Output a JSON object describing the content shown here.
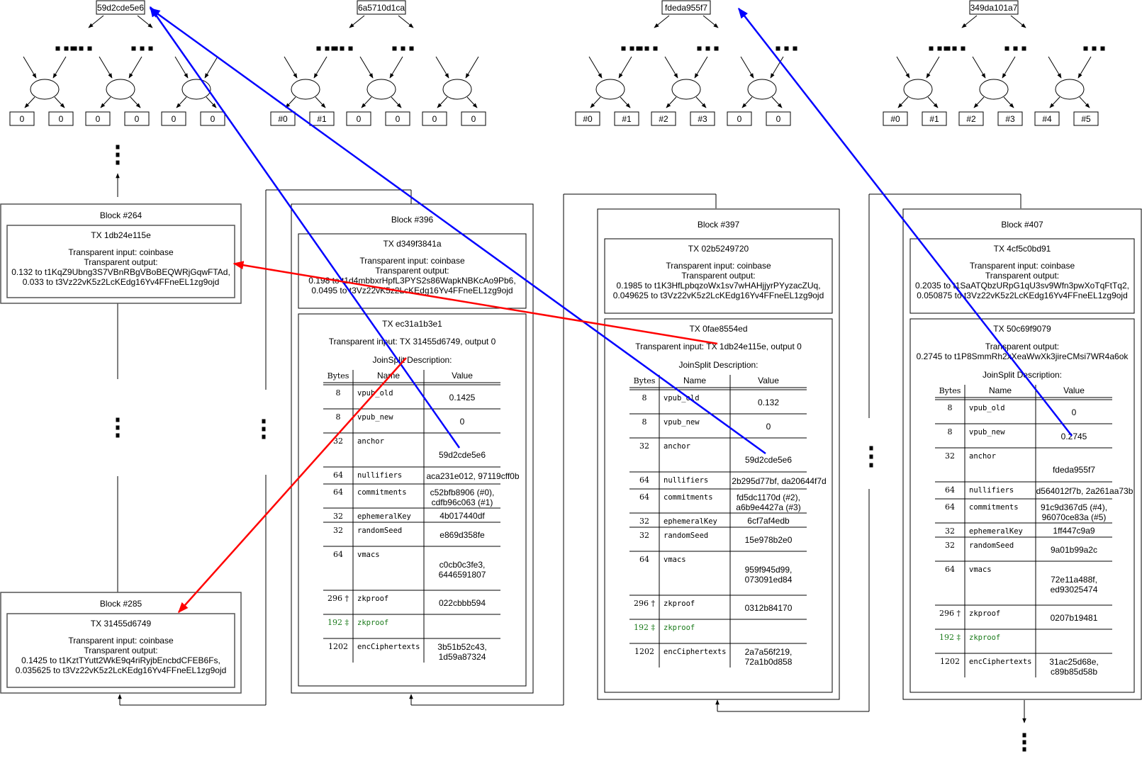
{
  "trees": [
    {
      "root": "59d2cde5e6",
      "leaves": [
        "0",
        "0",
        "0",
        "0",
        "0",
        "0"
      ],
      "subtree_count": 3,
      "dots": [
        true,
        true,
        false
      ]
    },
    {
      "root": "6a5710d1ca",
      "leaves": [
        "#0",
        "#1",
        "0",
        "0",
        "0",
        "0"
      ],
      "subtree_count": 3,
      "dots": [
        true,
        true,
        false
      ]
    },
    {
      "root": "fdeda955f7",
      "leaves": [
        "#0",
        "#1",
        "#2",
        "#3",
        "0",
        "0"
      ],
      "subtree_count": 3,
      "dots": [
        true,
        true,
        true
      ]
    },
    {
      "root": "349da101a7",
      "leaves": [
        "#0",
        "#1",
        "#2",
        "#3",
        "#4",
        "#5"
      ],
      "subtree_count": 3,
      "dots": [
        true,
        true,
        true
      ]
    }
  ],
  "blocks": [
    {
      "title": "Block #264",
      "txs": [
        {
          "title": "TX 1db24e115e",
          "lines": [
            "Transparent input: coinbase",
            "Transparent output:",
            "0.132 to t1KqZ9Ubng3S7VBnRBgVBoBEQWRjGqwFTAd,",
            "0.033 to t3Vz22vK5z2LcKEdg16Yv4FFneEL1zg9ojd"
          ]
        }
      ]
    },
    {
      "title": "Block #285",
      "txs": [
        {
          "title": "TX 31455d6749",
          "lines": [
            "Transparent input: coinbase",
            "Transparent output:",
            "0.1425 to t1KztTYutt2WkE9q4riRyjbEncbdCFEB6Fs,",
            "0.035625 to t3Vz22vK5z2LcKEdg16Yv4FFneEL1zg9ojd"
          ]
        }
      ]
    },
    {
      "title": "Block #396",
      "txs": [
        {
          "title": "TX d349f3841a",
          "lines": [
            "Transparent input: coinbase",
            "Transparent output:",
            "0.198 to t1d4mbbxrHpfL3PYS2s86WapkNBKcAo9Pb6,",
            "0.0495 to t3Vz22vK5z2LcKEdg16Yv4FFneEL1zg9ojd"
          ]
        },
        {
          "title": "TX ec31a1b3e1",
          "lines": [
            "Transparent input: TX 31455d6749, output 0"
          ],
          "joinsplit_label": "JoinSplit Description:",
          "table_headers": [
            "Bytes",
            "Name",
            "Value"
          ],
          "rows": [
            {
              "bytes": "8",
              "name": "vpub_old",
              "value": [
                "0.1425"
              ]
            },
            {
              "bytes": "8",
              "name": "vpub_new",
              "value": [
                "0"
              ]
            },
            {
              "bytes": "32",
              "name": "anchor",
              "value": [
                "59d2cde5e6"
              ]
            },
            {
              "bytes": "64",
              "name": "nullifiers",
              "value": [
                "aca231e012, 97119cff0b"
              ]
            },
            {
              "bytes": "64",
              "name": "commitments",
              "value": [
                "c52bfb8906 (#0),",
                "cdfb96c063 (#1)"
              ]
            },
            {
              "bytes": "32",
              "name": "ephemeralKey",
              "value": [
                "4b017440df"
              ]
            },
            {
              "bytes": "32",
              "name": "randomSeed",
              "value": [
                "e869d358fe"
              ]
            },
            {
              "bytes": "64",
              "name": "vmacs",
              "value": [
                "c0cb0c3fe3,",
                "6446591807"
              ]
            },
            {
              "bytes": "296 †",
              "name": "zkproof",
              "value": [
                "022cbbb594"
              ]
            },
            {
              "bytes": "192 ‡",
              "name": "zkproof",
              "value": [
                ""
              ],
              "green": true
            },
            {
              "bytes": "1202",
              "name": "encCiphertexts",
              "value": [
                "3b51b52c43,",
                "1d59a87324"
              ]
            }
          ]
        }
      ]
    },
    {
      "title": "Block #397",
      "txs": [
        {
          "title": "TX 02b5249720",
          "lines": [
            "Transparent input: coinbase",
            "Transparent output:",
            "0.1985 to t1K3HfLpbqzoWx1sv7wHAHjjyrPYyzacZUq,",
            "0.049625 to t3Vz22vK5z2LcKEdg16Yv4FFneEL1zg9ojd"
          ]
        },
        {
          "title": "TX 0fae8554ed",
          "lines": [
            "Transparent input: TX 1db24e115e, output 0"
          ],
          "joinsplit_label": "JoinSplit Description:",
          "table_headers": [
            "Bytes",
            "Name",
            "Value"
          ],
          "rows": [
            {
              "bytes": "8",
              "name": "vpub_old",
              "value": [
                "0.132"
              ]
            },
            {
              "bytes": "8",
              "name": "vpub_new",
              "value": [
                "0"
              ]
            },
            {
              "bytes": "32",
              "name": "anchor",
              "value": [
                "59d2cde5e6"
              ]
            },
            {
              "bytes": "64",
              "name": "nullifiers",
              "value": [
                "2b295d77bf, da20644f7d"
              ]
            },
            {
              "bytes": "64",
              "name": "commitments",
              "value": [
                "fd5dc1170d (#2),",
                "a6b9e4427a (#3)"
              ]
            },
            {
              "bytes": "32",
              "name": "ephemeralKey",
              "value": [
                "6cf7af4edb"
              ]
            },
            {
              "bytes": "32",
              "name": "randomSeed",
              "value": [
                "15e978b2e0"
              ]
            },
            {
              "bytes": "64",
              "name": "vmacs",
              "value": [
                "959f945d99,",
                "073091ed84"
              ]
            },
            {
              "bytes": "296 †",
              "name": "zkproof",
              "value": [
                "0312b84170"
              ]
            },
            {
              "bytes": "192 ‡",
              "name": "zkproof",
              "value": [
                ""
              ],
              "green": true
            },
            {
              "bytes": "1202",
              "name": "encCiphertexts",
              "value": [
                "2a7a56f219,",
                "72a1b0d858"
              ]
            }
          ]
        }
      ]
    },
    {
      "title": "Block #407",
      "txs": [
        {
          "title": "TX 4cf5c0bd91",
          "lines": [
            "Transparent input: coinbase",
            "Transparent output:",
            "0.2035 to t1SaATQbzURpG1qU3sv9Wfn3pwXoTqFtTq2,",
            "0.050875 to t3Vz22vK5z2LcKEdg16Yv4FFneEL1zg9ojd"
          ]
        },
        {
          "title": "TX 50c69f9079",
          "lines": [
            "Transparent output:",
            "0.2745 to t1P8SmmRh2xXeaWwXk3jireCMsi7WR4a6ok"
          ],
          "joinsplit_label": "JoinSplit Description:",
          "table_headers": [
            "Bytes",
            "Name",
            "Value"
          ],
          "rows": [
            {
              "bytes": "8",
              "name": "vpub_old",
              "value": [
                "0"
              ]
            },
            {
              "bytes": "8",
              "name": "vpub_new",
              "value": [
                "0.2745"
              ]
            },
            {
              "bytes": "32",
              "name": "anchor",
              "value": [
                "fdeda955f7"
              ]
            },
            {
              "bytes": "64",
              "name": "nullifiers",
              "value": [
                "d564012f7b, 2a261aa73b"
              ]
            },
            {
              "bytes": "64",
              "name": "commitments",
              "value": [
                "91c9d367d5 (#4),",
                "96070ce83a (#5)"
              ]
            },
            {
              "bytes": "32",
              "name": "ephemeralKey",
              "value": [
                "1ff447c9a9"
              ]
            },
            {
              "bytes": "32",
              "name": "randomSeed",
              "value": [
                "9a01b99a2c"
              ]
            },
            {
              "bytes": "64",
              "name": "vmacs",
              "value": [
                "72e11a488f,",
                "ed93025474"
              ]
            },
            {
              "bytes": "296 †",
              "name": "zkproof",
              "value": [
                "0207b19481"
              ]
            },
            {
              "bytes": "192 ‡",
              "name": "zkproof",
              "value": [
                ""
              ],
              "green": true
            },
            {
              "bytes": "1202",
              "name": "encCiphertexts",
              "value": [
                "31ac25d68e,",
                "c89b85d58b"
              ]
            }
          ]
        }
      ]
    }
  ],
  "colors": {
    "anchor_link": "#0000ff",
    "spend_link": "#ff0000",
    "green_row": "#1a7a1a",
    "box_border": "#000000",
    "block_border": "#666666"
  },
  "links": [
    {
      "kind": "anchor",
      "color": "#0000ff"
    },
    {
      "kind": "anchor",
      "color": "#0000ff"
    },
    {
      "kind": "anchor",
      "color": "#0000ff"
    },
    {
      "kind": "spend",
      "color": "#ff0000"
    },
    {
      "kind": "spend",
      "color": "#ff0000"
    }
  ]
}
